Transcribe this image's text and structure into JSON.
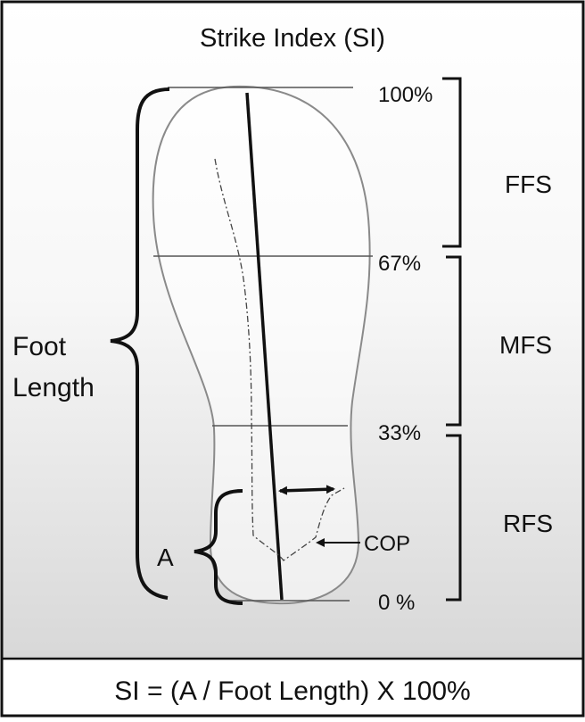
{
  "title": "Strike Index (SI)",
  "percent_labels": {
    "p100": "100%",
    "p67": "67%",
    "p33": "33%",
    "p0": "0 %"
  },
  "zones": {
    "ffs": "FFS",
    "mfs": "MFS",
    "rfs": "RFS"
  },
  "foot_length_label": {
    "line1": "Foot",
    "line2": "Length"
  },
  "a_label": "A",
  "cop_label": "COP",
  "formula": "SI = (A / Foot Length) X 100%",
  "colors": {
    "frame": "#111111",
    "gradient_top": "#ffffff",
    "gradient_bottom": "#d9d9d9",
    "foot_outline": "#8a8a8a",
    "text": "#111111"
  }
}
